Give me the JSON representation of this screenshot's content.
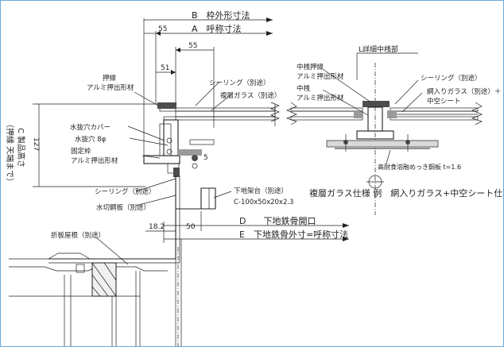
{
  "dimensions": {
    "b": "B　枠外形寸法",
    "a": "A　呼称寸法",
    "d": "D　　下地鉄骨開口",
    "e": "E　下地鉄骨外寸=呼称寸法",
    "c_label": "C 製品高さ",
    "c_sub": "（押縁 天端まで）",
    "v55a": "55",
    "v55b": "55",
    "v51": "51",
    "v127": "127",
    "v5": "5",
    "v182": "18.2",
    "v50": "50"
  },
  "labels": {
    "oshibuchi_1": "押縁",
    "oshibuchi_2": "アルミ押出形材",
    "sealing_top": "シーリング（別途）",
    "fukuso_glass": "複層ガラス（別途）",
    "mizunuki_cover": "水抜穴カバー",
    "mizunuki_ana": "水抜穴 8φ",
    "kotei_1": "固定枠",
    "kotei_2": "アルミ押出形材",
    "sealing_low": "シーリング（別途）",
    "mizukiri": "水切鋼板（別途）",
    "shitaji_1": "下地架台（別途）",
    "shitaji_2": "C-100x50x20x2.3",
    "orita": "折板屋根（別途）",
    "detail_title": "L詳細中桟部",
    "nakasan_oshi_1": "中桟押縁",
    "nakasan_oshi_2": "アルミ押出形材",
    "nakasan_1": "中桟",
    "nakasan_2": "アルミ押出形材",
    "sealing_right": "シーリング（別途）",
    "amiiri_1": "網入りガラス（別途）＋",
    "amiiri_2": "中空シート",
    "koutaishoku": "高耐食溶融めっき鋼板 t=1.6",
    "caption": "複層ガラス仕様 例　網入りガラス+中空シート仕様 例"
  },
  "colors": {
    "line": "#231f20",
    "border": "#6aa9d8",
    "fill_gray": "#9a9a9a"
  }
}
